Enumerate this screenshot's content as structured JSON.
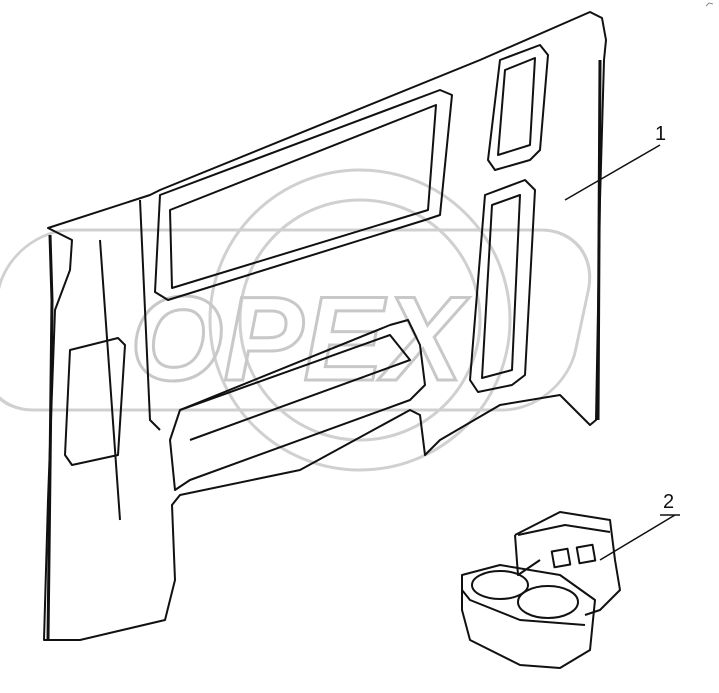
{
  "diagram": {
    "watermark": "OPEX",
    "callouts": [
      {
        "label": "1",
        "part": "side-trim-panel"
      },
      {
        "label": "2",
        "part": "cup-holder-console"
      }
    ],
    "colors": {
      "line": "#111111",
      "watermark": "#c8c8c8",
      "background": "#ffffff"
    }
  }
}
